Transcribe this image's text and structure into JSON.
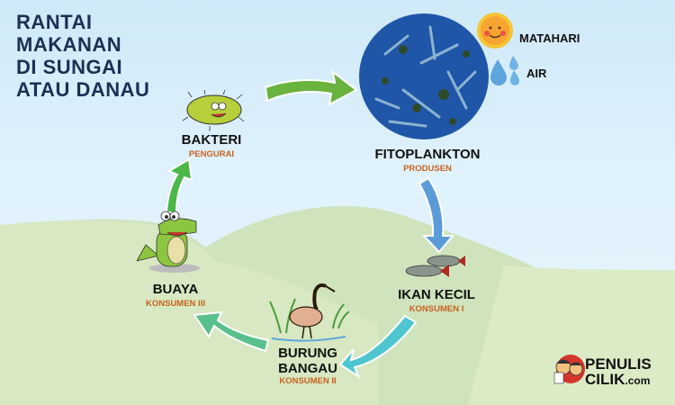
{
  "title": {
    "lines": [
      "RANTAI",
      "MAKANAN",
      "DI SUNGAI",
      "ATAU DANAU"
    ]
  },
  "nodes": {
    "bakteri": {
      "name": "BAKTERI",
      "role": "PENGURAI",
      "icon": "bacteria-icon"
    },
    "fitoplankton": {
      "name": "FITOPLANKTON",
      "role": "PRODUSEN",
      "icon": "phytoplankton-image"
    },
    "ikan_kecil": {
      "name": "IKAN KECIL",
      "role": "KONSUMEN I",
      "icon": "fish-icon"
    },
    "burung_bangau": {
      "name_line1": "BURUNG",
      "name_line2": "BANGAU",
      "role": "KONSUMEN II",
      "icon": "heron-icon"
    },
    "buaya": {
      "name": "BUAYA",
      "role": "KONSUMEN III",
      "icon": "crocodile-icon"
    }
  },
  "inputs": {
    "sun": {
      "label": "MATAHARI",
      "icon": "sun-icon"
    },
    "water": {
      "label": "AIR",
      "icon": "water-drops-icon"
    }
  },
  "flow": [
    "BAKTERI",
    "FITOPLANKTON",
    "IKAN KECIL",
    "BURUNG BANGAU",
    "BUAYA",
    "BAKTERI"
  ],
  "colors": {
    "title": "#1d2f55",
    "role": "#c8621e",
    "arrow_green": "#6ab33f",
    "arrow_blue": "#5a9bd8",
    "arrow_cyan": "#4fc6cf",
    "arrow_teal": "#58c08a",
    "arrow_leaf": "#4cb848"
  },
  "logo": {
    "line1": "PENULIS",
    "line2": "CILIK",
    "suffix": ".com"
  }
}
